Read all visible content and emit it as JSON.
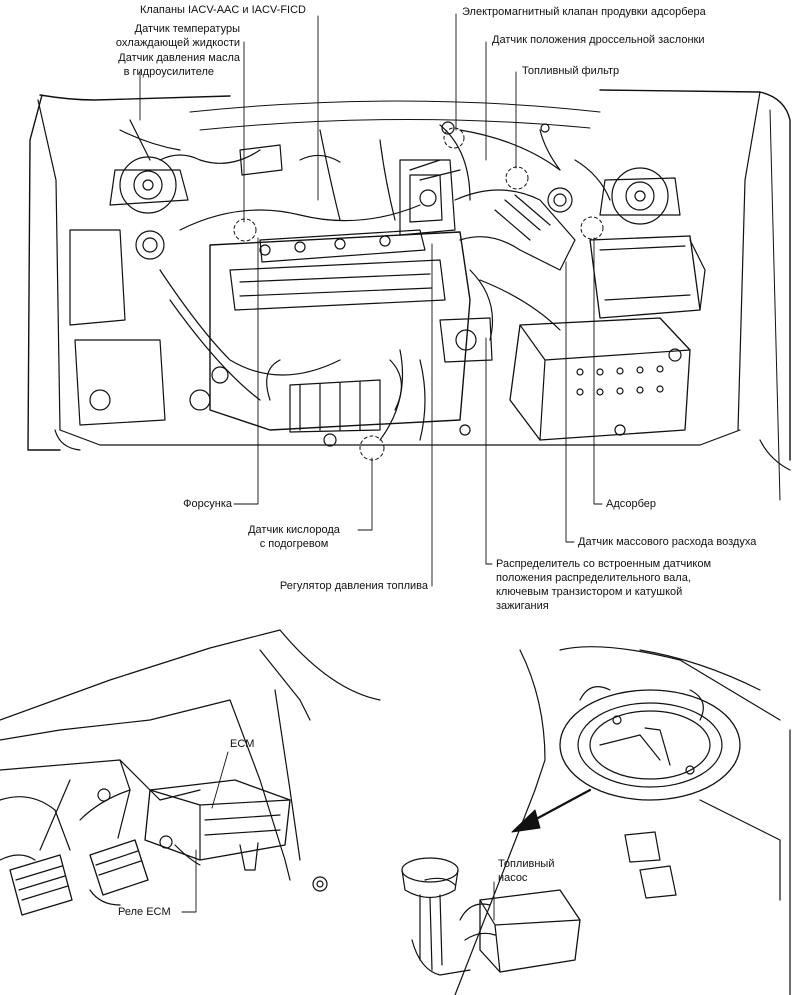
{
  "labels": {
    "iacv_valves": "Клапаны IACV-AAC и IACV-FICD",
    "coolant_temp_sensor_1": "Датчик температуры",
    "coolant_temp_sensor_2": "охлаждающей жидкости",
    "power_steering_sensor_1": "Датчик давления масла",
    "power_steering_sensor_2": "в гидроусилителе",
    "evap_purge_valve": "Электромагнитный клапан продувки адсорбера",
    "throttle_position_sensor": "Датчик положения дроссельной заслонки",
    "fuel_filter": "Топливный фильтр",
    "injector": "Форсунка",
    "oxygen_sensor_1": "Датчик кислорода",
    "oxygen_sensor_2": "с подогревом",
    "fuel_pressure_regulator": "Регулятор давления топлива",
    "canister": "Адсорбер",
    "maf_sensor": "Датчик массового расхода воздуха",
    "distributor_1": "Распределитель со встроенным датчиком",
    "distributor_2": "положения распределительного вала,",
    "distributor_3": "ключевым транзистором и катушкой",
    "distributor_4": "зажигания",
    "ecm": "ECM",
    "ecm_relay": "Реле ECM",
    "fuel_pump_1": "Топливный",
    "fuel_pump_2": "насос"
  },
  "colors": {
    "line": "#111111",
    "background": "#ffffff"
  }
}
